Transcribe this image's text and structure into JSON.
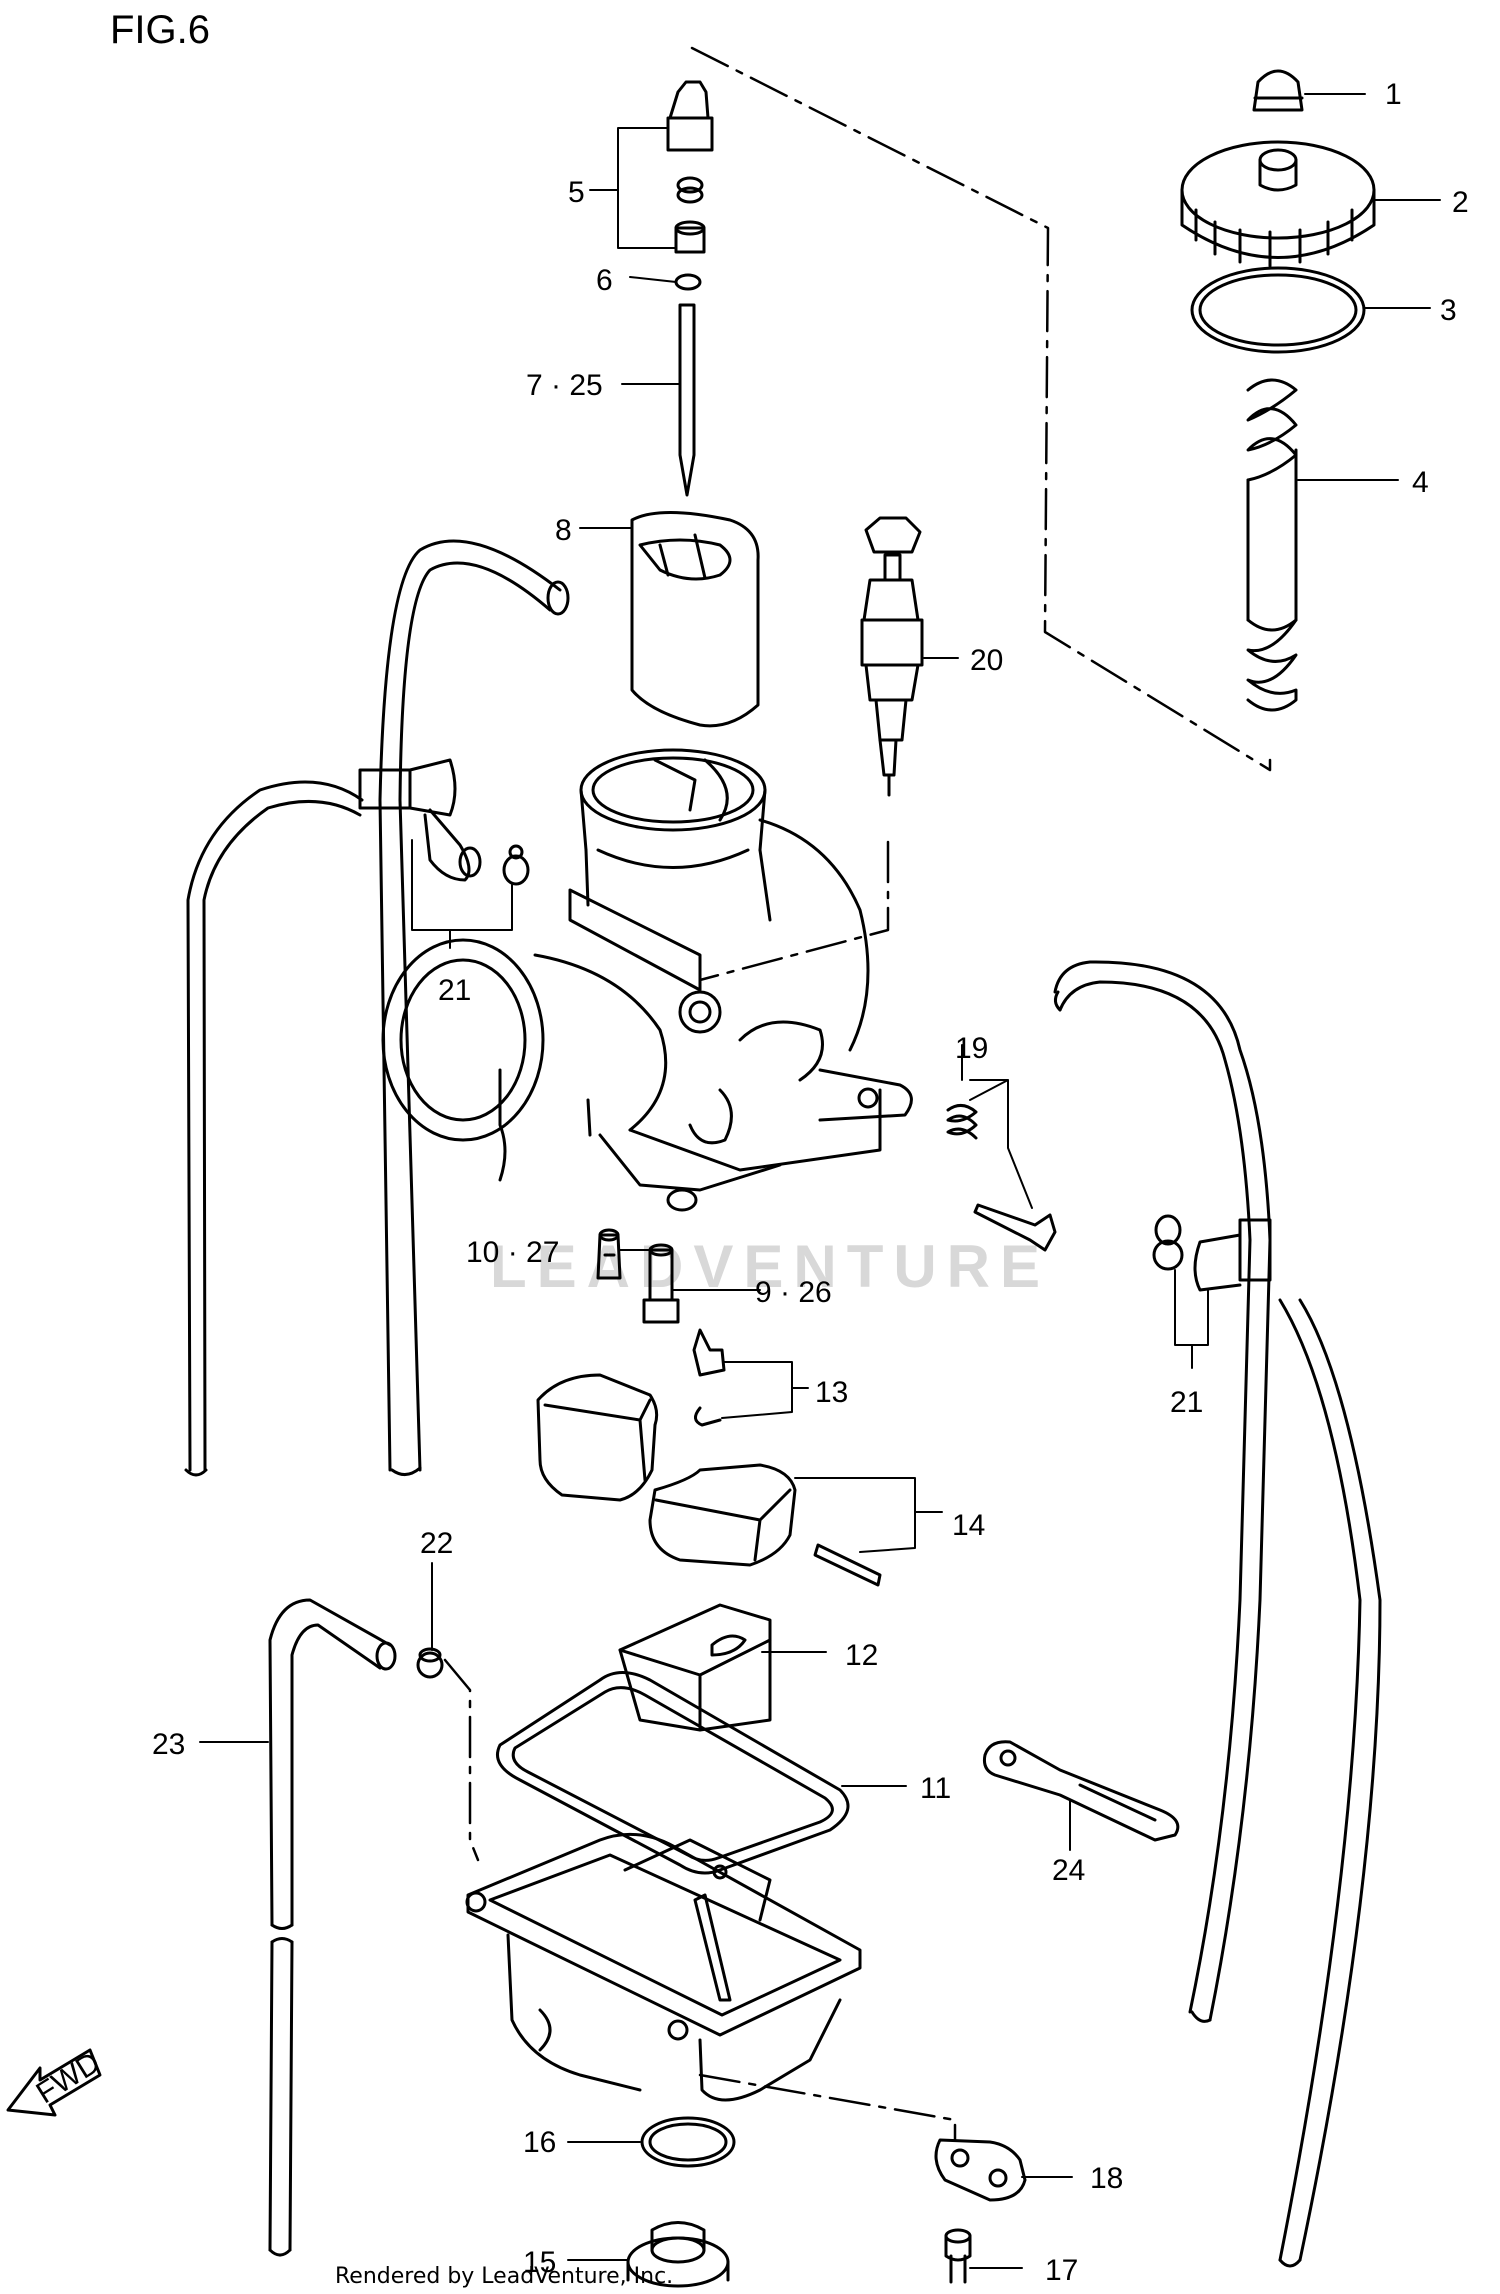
{
  "figure": {
    "title": "FIG.6",
    "footer": "Rendered by LeadVenture, Inc.",
    "watermark": "LEADVENTURE",
    "fwd_label": "FWD"
  },
  "callouts": [
    {
      "id": "1",
      "label": "1"
    },
    {
      "id": "2",
      "label": "2"
    },
    {
      "id": "3",
      "label": "3"
    },
    {
      "id": "4",
      "label": "4"
    },
    {
      "id": "5",
      "label": "5"
    },
    {
      "id": "6",
      "label": "6"
    },
    {
      "id": "7",
      "label": "7 · 25"
    },
    {
      "id": "8",
      "label": "8"
    },
    {
      "id": "20",
      "label": "20"
    },
    {
      "id": "21a",
      "label": "21"
    },
    {
      "id": "19",
      "label": "19"
    },
    {
      "id": "10",
      "label": "10 · 27"
    },
    {
      "id": "9",
      "label": "9 · 26"
    },
    {
      "id": "13",
      "label": "13"
    },
    {
      "id": "21b",
      "label": "21"
    },
    {
      "id": "14",
      "label": "14"
    },
    {
      "id": "22",
      "label": "22"
    },
    {
      "id": "12",
      "label": "12"
    },
    {
      "id": "23",
      "label": "23"
    },
    {
      "id": "11",
      "label": "11"
    },
    {
      "id": "24",
      "label": "24"
    },
    {
      "id": "16",
      "label": "16"
    },
    {
      "id": "18",
      "label": "18"
    },
    {
      "id": "15",
      "label": "15"
    },
    {
      "id": "17",
      "label": "17"
    }
  ]
}
